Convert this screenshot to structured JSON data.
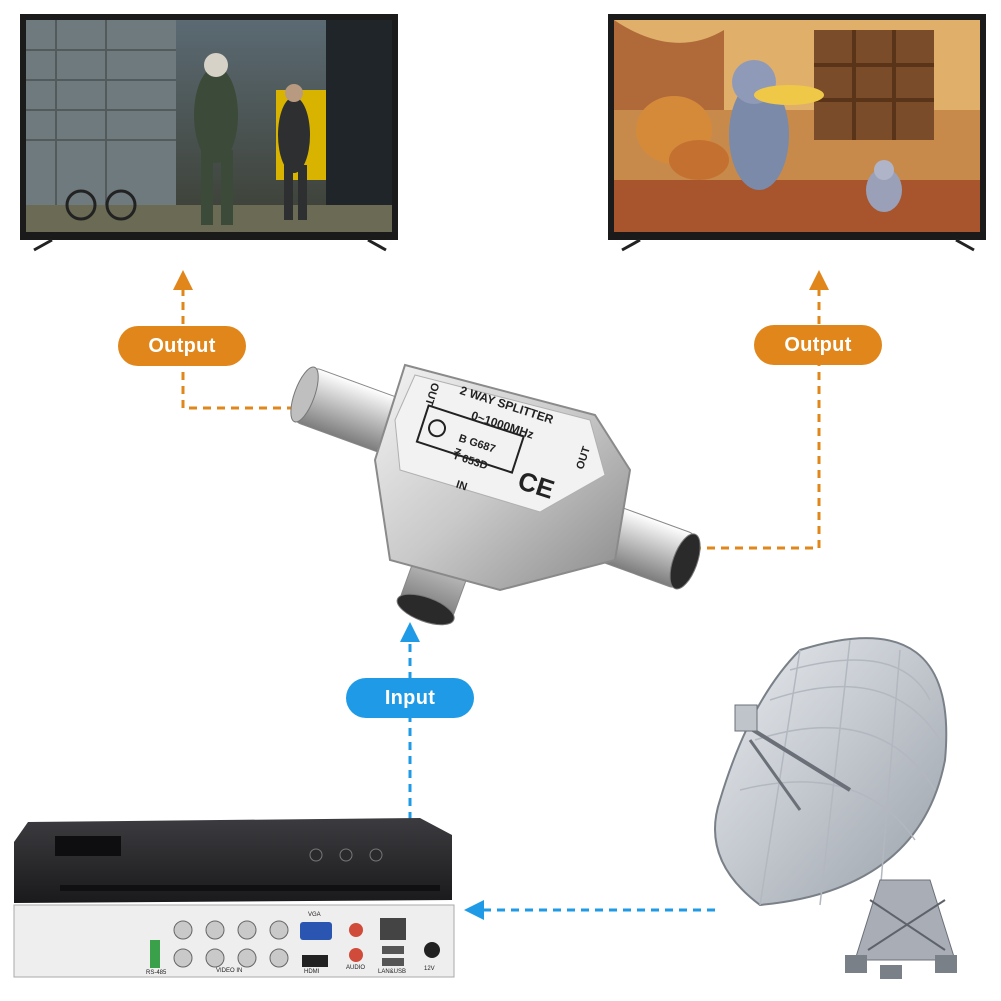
{
  "labels": {
    "output_left": "Output",
    "output_right": "Output",
    "input": "Input"
  },
  "splitter": {
    "title": "2 WAY SPLITTER",
    "freq": "0~1000MHz",
    "code_line1": "B G687",
    "code_line2": "Z",
    "code_line3": "T 653D",
    "ce_mark": "CE",
    "out_left": "OUT",
    "out_right": "OUT",
    "in": "IN"
  },
  "dvr": {
    "port_vga": "VGA",
    "port_video_in": "VIDEO IN",
    "port_hdmi": "HDMI",
    "port_audio": "AUDIO",
    "port_lan": "LAN&USB",
    "port_rs485": "RS-485",
    "port_power": "12V"
  },
  "colors": {
    "output_arrow": "#e0861a",
    "input_arrow": "#1e9ae6"
  },
  "icons": [
    "tv-left",
    "tv-right",
    "splitter",
    "dvr-recorder",
    "satellite-dish"
  ]
}
